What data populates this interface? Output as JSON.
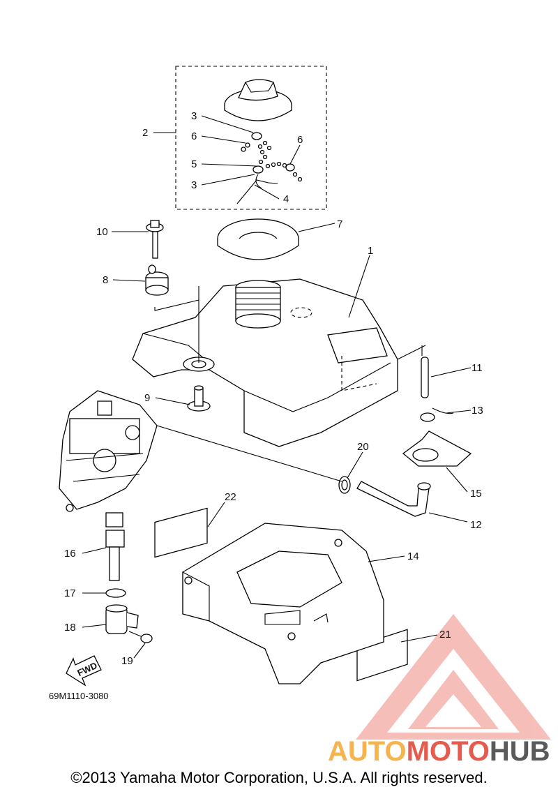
{
  "callouts": {
    "c1": "1",
    "c2": "2",
    "c3a": "3",
    "c3b": "3",
    "c4": "4",
    "c5": "5",
    "c6a": "6",
    "c6b": "6",
    "c7": "7",
    "c8": "8",
    "c9": "9",
    "c10": "10",
    "c11": "11",
    "c12": "12",
    "c13": "13",
    "c14": "14",
    "c15": "15",
    "c16": "16",
    "c17": "17",
    "c18": "18",
    "c19": "19",
    "c20": "20",
    "c21": "21",
    "c22": "22"
  },
  "fwd_label": "FWD",
  "diagram_code": "69M1110-3080",
  "watermark": {
    "part1": "AUTO",
    "part2": "MOTO",
    "part3": "HUB"
  },
  "copyright": "©2013 Yamaha Motor Corporation, U.S.A. All rights reserved.",
  "colors": {
    "watermark_red": "#e55b4e",
    "watermark_orange": "#f7b34d",
    "watermark_grey": "#5a5a5a"
  }
}
